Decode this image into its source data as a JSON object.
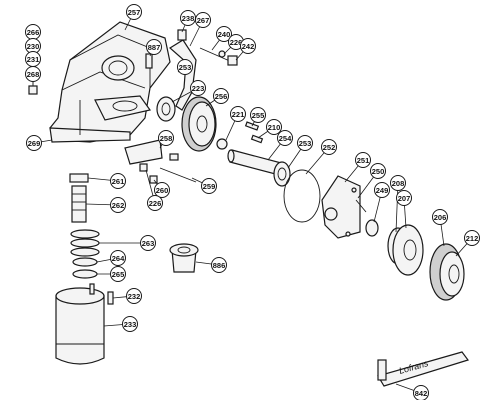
{
  "brand_on_handle": "Lofrans",
  "callouts": [
    {
      "label": "257"
    },
    {
      "label": "238"
    },
    {
      "label": "267"
    },
    {
      "label": "266"
    },
    {
      "label": "230"
    },
    {
      "label": "231"
    },
    {
      "label": "268"
    },
    {
      "label": "887"
    },
    {
      "label": "253"
    },
    {
      "label": "240"
    },
    {
      "label": "226"
    },
    {
      "label": "242"
    },
    {
      "label": "223"
    },
    {
      "label": "256"
    },
    {
      "label": "221"
    },
    {
      "label": "255"
    },
    {
      "label": "210"
    },
    {
      "label": "254"
    },
    {
      "label": "253"
    },
    {
      "label": "269"
    },
    {
      "label": "258"
    },
    {
      "label": "252"
    },
    {
      "label": "251"
    },
    {
      "label": "250"
    },
    {
      "label": "261"
    },
    {
      "label": "260"
    },
    {
      "label": "259"
    },
    {
      "label": "249"
    },
    {
      "label": "208"
    },
    {
      "label": "262"
    },
    {
      "label": "226"
    },
    {
      "label": "207"
    },
    {
      "label": "206"
    },
    {
      "label": "263"
    },
    {
      "label": "212"
    },
    {
      "label": "264"
    },
    {
      "label": "886"
    },
    {
      "label": "265"
    },
    {
      "label": "232"
    },
    {
      "label": "233"
    },
    {
      "label": "842"
    }
  ]
}
